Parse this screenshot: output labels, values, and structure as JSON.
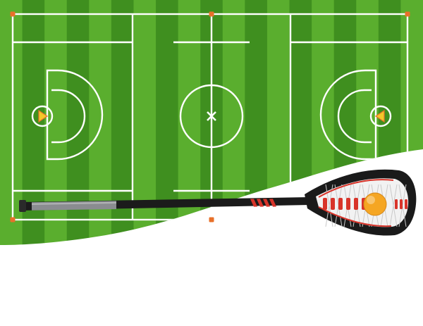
{
  "scene": {
    "kind": "illustration",
    "subject": "lacrosse",
    "field_lines": 4,
    "stick_stripe_count": 4,
    "head_string_count": 6
  },
  "colors": {
    "grass_dark": "#3f8f1f",
    "grass_light": "#5aae2e",
    "line": "#ffffff",
    "corner_marker": "#e8702a",
    "goal_fill": "#f4c82a",
    "goal_outline": "#e8702a",
    "background": "#ffffff",
    "shaft_black": "#1b1b1b",
    "shaft_grip": "#8a8c90",
    "stripe_red": "#d8342a",
    "head_frame": "#1a1a1a",
    "ball": "#f5a623"
  },
  "icons": {
    "goal_left": "goal-triangle-icon",
    "goal_right": "goal-triangle-icon",
    "center_mark": "x-mark-icon"
  }
}
